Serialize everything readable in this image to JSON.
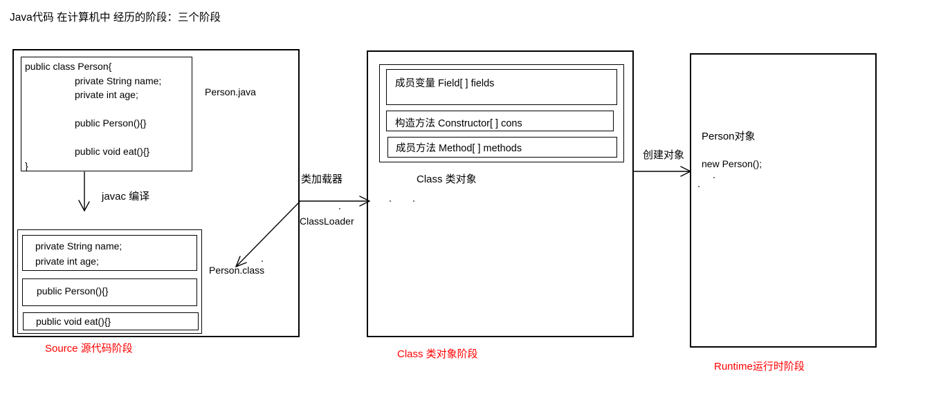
{
  "title": "Java代码 在计算机中 经历的阶段：三个阶段",
  "source_stage": {
    "file_label": "Person.java",
    "code_lines": [
      "public class Person{",
      "private String name;",
      "private int age;",
      "",
      "public Person(){}",
      "",
      "public void eat(){}",
      "}"
    ],
    "compile_label": "javac 编译",
    "class_file_label": "Person.class",
    "class_file_members": {
      "fields_line1": "private String name;",
      "fields_line2": "private int age;",
      "constructor": "public Person(){}",
      "method": "public void eat(){}"
    },
    "stage_label": "Source 源代码阶段"
  },
  "class_loader": {
    "label_cn": "类加载器",
    "label_en": "ClassLoader"
  },
  "class_stage": {
    "object_title": "Class 类对象",
    "members": {
      "fields": "成员变量  Field[ ] fields",
      "constructors": "构造方法  Constructor[ ] cons",
      "methods": "成员方法 Method[ ] methods"
    },
    "stage_label": "Class 类对象阶段"
  },
  "runtime_stage": {
    "create_label": "创建对象",
    "object_label": "Person对象",
    "code": "new Person();",
    "stage_label": "Runtime运行时阶段"
  },
  "colors": {
    "stage_label": "#ff0000",
    "line": "#000000"
  }
}
